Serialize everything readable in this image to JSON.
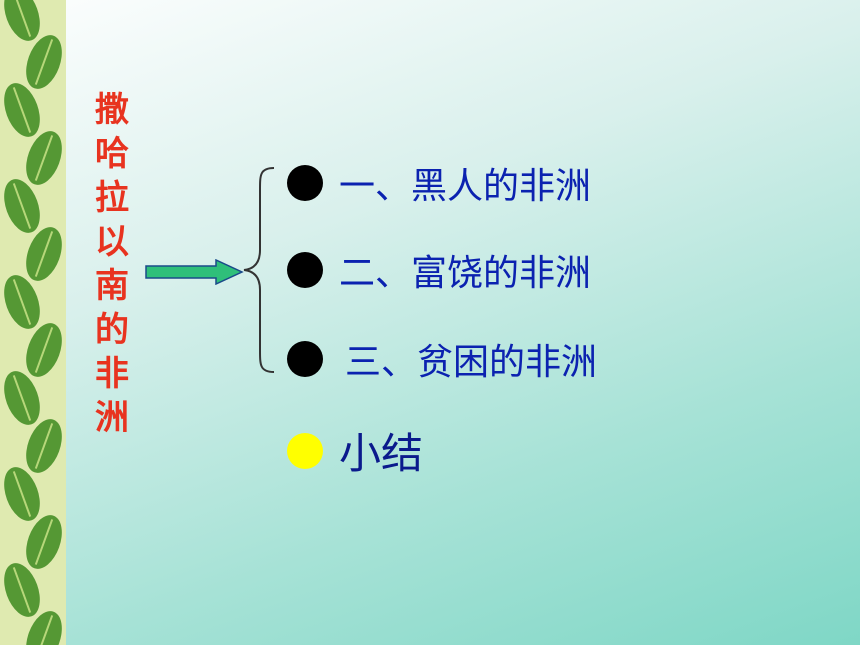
{
  "slide": {
    "vertical_title_chars": [
      "撒",
      "哈",
      "拉",
      "以",
      "南",
      "的",
      "非",
      "洲"
    ],
    "items": [
      {
        "label": "一、黑人的非洲",
        "bullet_color": "#000000"
      },
      {
        "label": "二、富饶的非洲",
        "bullet_color": "#000000"
      },
      {
        "label": "三、贫困的非洲",
        "bullet_color": "#000000"
      },
      {
        "label": "小结",
        "bullet_color": "#ffff00"
      }
    ]
  },
  "colors": {
    "title": "#e8331f",
    "item_text": "#0b22b0",
    "arrow_fill": "#2fbf7a",
    "arrow_stroke": "#1a4a8a",
    "leaf": "#3d8a1f"
  }
}
